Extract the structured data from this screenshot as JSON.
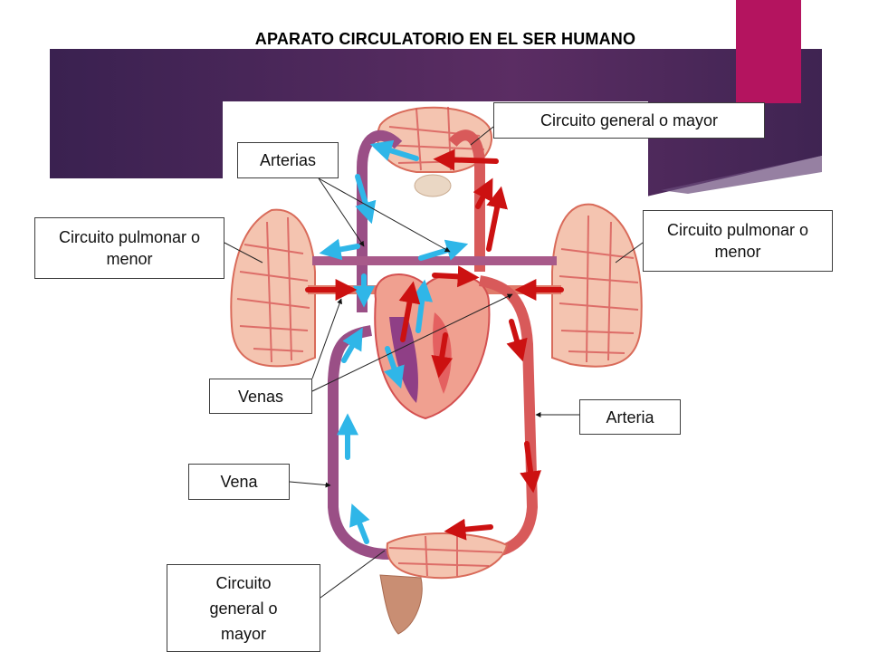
{
  "title": "APARATO CIRCULATORIO EN EL SER HUMANO",
  "labels": {
    "general_top": "Circuito general o mayor",
    "arterias": "Arterias",
    "pulmonar_left": "Circuito pulmonar o menor",
    "pulmonar_right": "Circuito pulmonar o menor",
    "venas": "Venas",
    "arteria": "Arteria",
    "vena": "Vena",
    "general_bottom": "Circuito general o mayor"
  },
  "colors": {
    "banner": "#4a2a5a",
    "accent": "#b4145f",
    "artery": "#cc1111",
    "vein_arrow": "#2fb6e8",
    "vessel": "#d85a5a",
    "vein_vessel": "#9a4f86"
  }
}
